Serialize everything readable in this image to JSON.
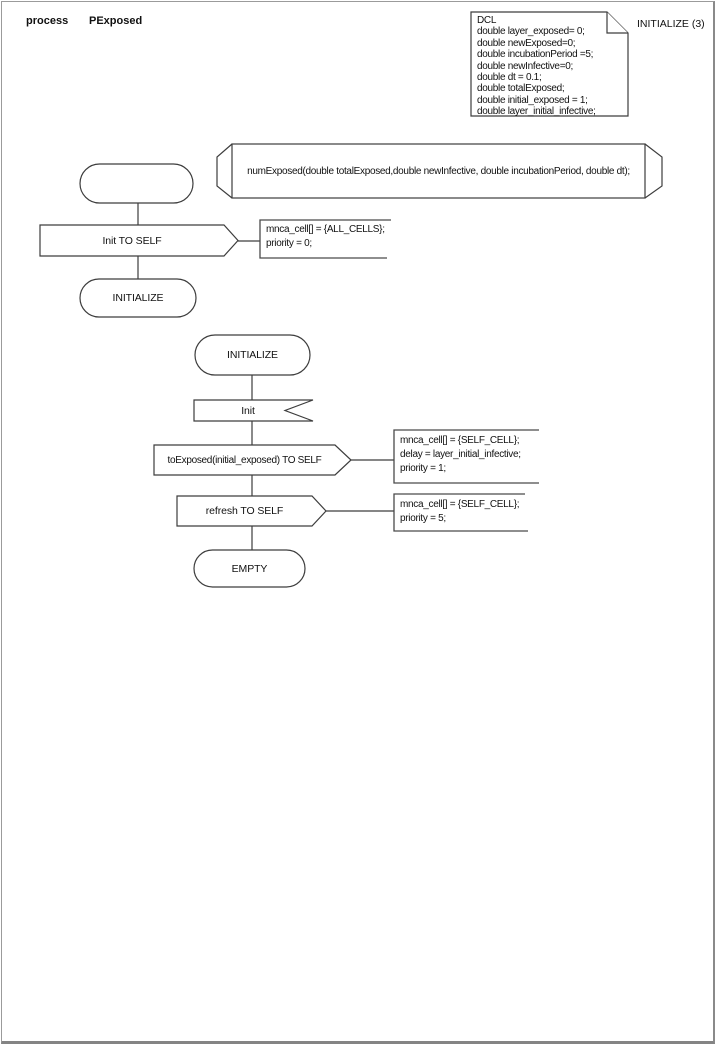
{
  "header": {
    "kind": "process",
    "name": "PExposed"
  },
  "page_label": "INITIALIZE (3)",
  "dcl_note": {
    "lines": [
      "DCL",
      "double layer_exposed= 0;",
      "double newExposed=0;",
      "double incubationPeriod =5;",
      "double newInfective=0;",
      "double dt = 0.1;",
      "double totalExposed;",
      "double initial_exposed = 1;",
      "double layer_initial_infective;"
    ]
  },
  "procedure_decl": {
    "text": "numExposed(double totalExposed,double newInfective, double incubationPeriod, double dt);"
  },
  "flow1": {
    "start_state_label": "",
    "output_label": "Init TO SELF",
    "output_note": {
      "lines": [
        "mnca_cell[] = {ALL_CELLS};",
        "priority = 0;"
      ]
    },
    "next_state_label": "INITIALIZE"
  },
  "flow2": {
    "state_label": "INITIALIZE",
    "input_label": "Init",
    "output1_label": "toExposed(initial_exposed) TO SELF",
    "output1_note": {
      "lines": [
        "mnca_cell[] = {SELF_CELL};",
        "delay = layer_initial_infective;",
        "priority = 1;"
      ]
    },
    "output2_label": "refresh TO SELF",
    "output2_note": {
      "lines": [
        "mnca_cell[] = {SELF_CELL};",
        "priority = 5;"
      ]
    },
    "end_state_label": "EMPTY"
  },
  "colors": {
    "stroke": "#3d3d3d",
    "text": "#111111",
    "page_border": "#8a8a8a",
    "background": "#ffffff"
  }
}
